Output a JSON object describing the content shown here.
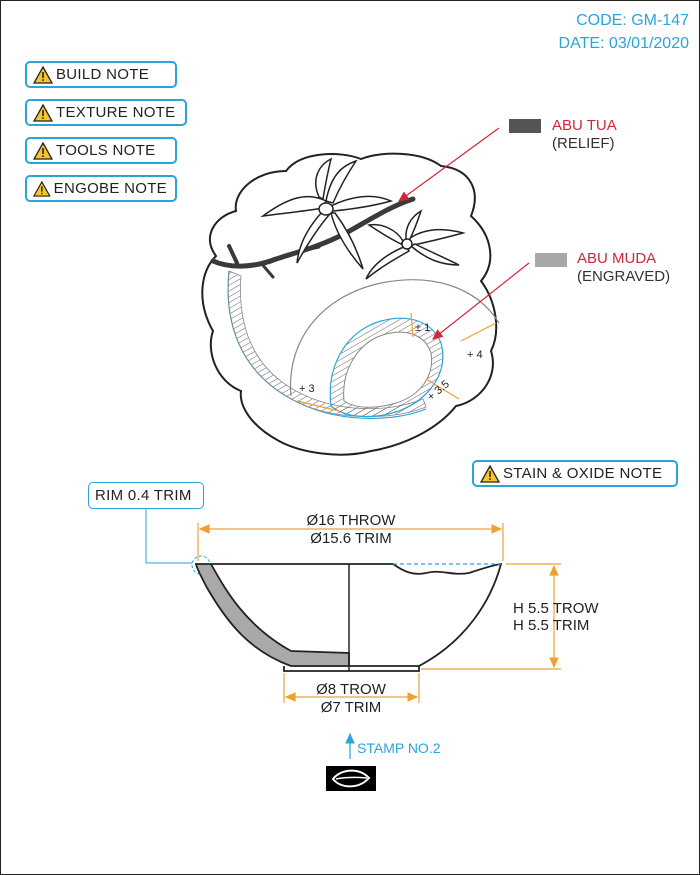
{
  "header": {
    "code": "CODE: GM-147",
    "date": "DATE: 03/01/2020"
  },
  "notes": [
    {
      "label": "BUILD NOTE"
    },
    {
      "label": "TEXTURE NOTE"
    },
    {
      "label": "TOOLS NOTE"
    },
    {
      "label": "ENGOBE NOTE"
    },
    {
      "label": "STAIN & OXIDE NOTE"
    }
  ],
  "legend": {
    "relief": {
      "name": "ABU TUA",
      "desc": "(RELIEF)",
      "color": "#555555"
    },
    "engraved": {
      "name": "ABU MUDA",
      "desc": "(ENGRAVED)",
      "color": "#a8a8a8"
    }
  },
  "top_view_dims": {
    "d1": "± 1",
    "d4": "+ 4",
    "d35": "+ 3.5",
    "d3": "+ 3"
  },
  "section": {
    "rim_callout": "RIM 0.4 TRIM",
    "diameter_throw": "Ø16 THROW",
    "diameter_trim": "Ø15.6 TRIM",
    "height_throw": "H 5.5 TROW",
    "height_trim": "H 5.5 TRIM",
    "foot_throw": "Ø8 TROW",
    "foot_trim": "Ø7 TRIM",
    "stamp": "STAMP NO.2"
  },
  "colors": {
    "accent": "#2aa5d9",
    "dimension": "#f0a030",
    "leader": "#d3263a",
    "outline": "#222222"
  }
}
